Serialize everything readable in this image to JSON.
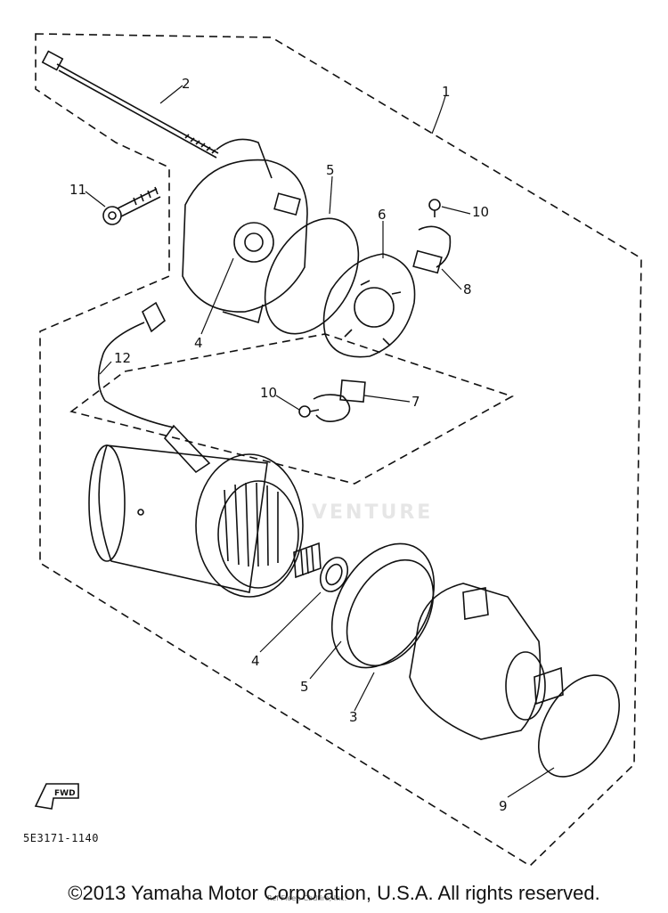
{
  "diagram": {
    "callouts": [
      {
        "id": "2",
        "label": "2"
      },
      {
        "id": "1",
        "label": "1"
      },
      {
        "id": "11",
        "label": "11"
      },
      {
        "id": "5a",
        "label": "5"
      },
      {
        "id": "6",
        "label": "6"
      },
      {
        "id": "10a",
        "label": "10"
      },
      {
        "id": "8",
        "label": "8"
      },
      {
        "id": "4a",
        "label": "4"
      },
      {
        "id": "12",
        "label": "12"
      },
      {
        "id": "10b",
        "label": "10"
      },
      {
        "id": "7",
        "label": "7"
      },
      {
        "id": "4b",
        "label": "4"
      },
      {
        "id": "5b",
        "label": "5"
      },
      {
        "id": "3",
        "label": "3"
      },
      {
        "id": "9",
        "label": "9"
      }
    ],
    "fwd_label": "FWD",
    "part_code": "5E3171-1140",
    "watermark": "VENTURE",
    "ref_text": "Ref Fleet: Cbdtire, Inc.",
    "copyright": "©2013 Yamaha Motor Corporation, U.S.A. All rights reserved."
  },
  "colors": {
    "ink": "#111111",
    "watermark": "#e6e6e6"
  }
}
